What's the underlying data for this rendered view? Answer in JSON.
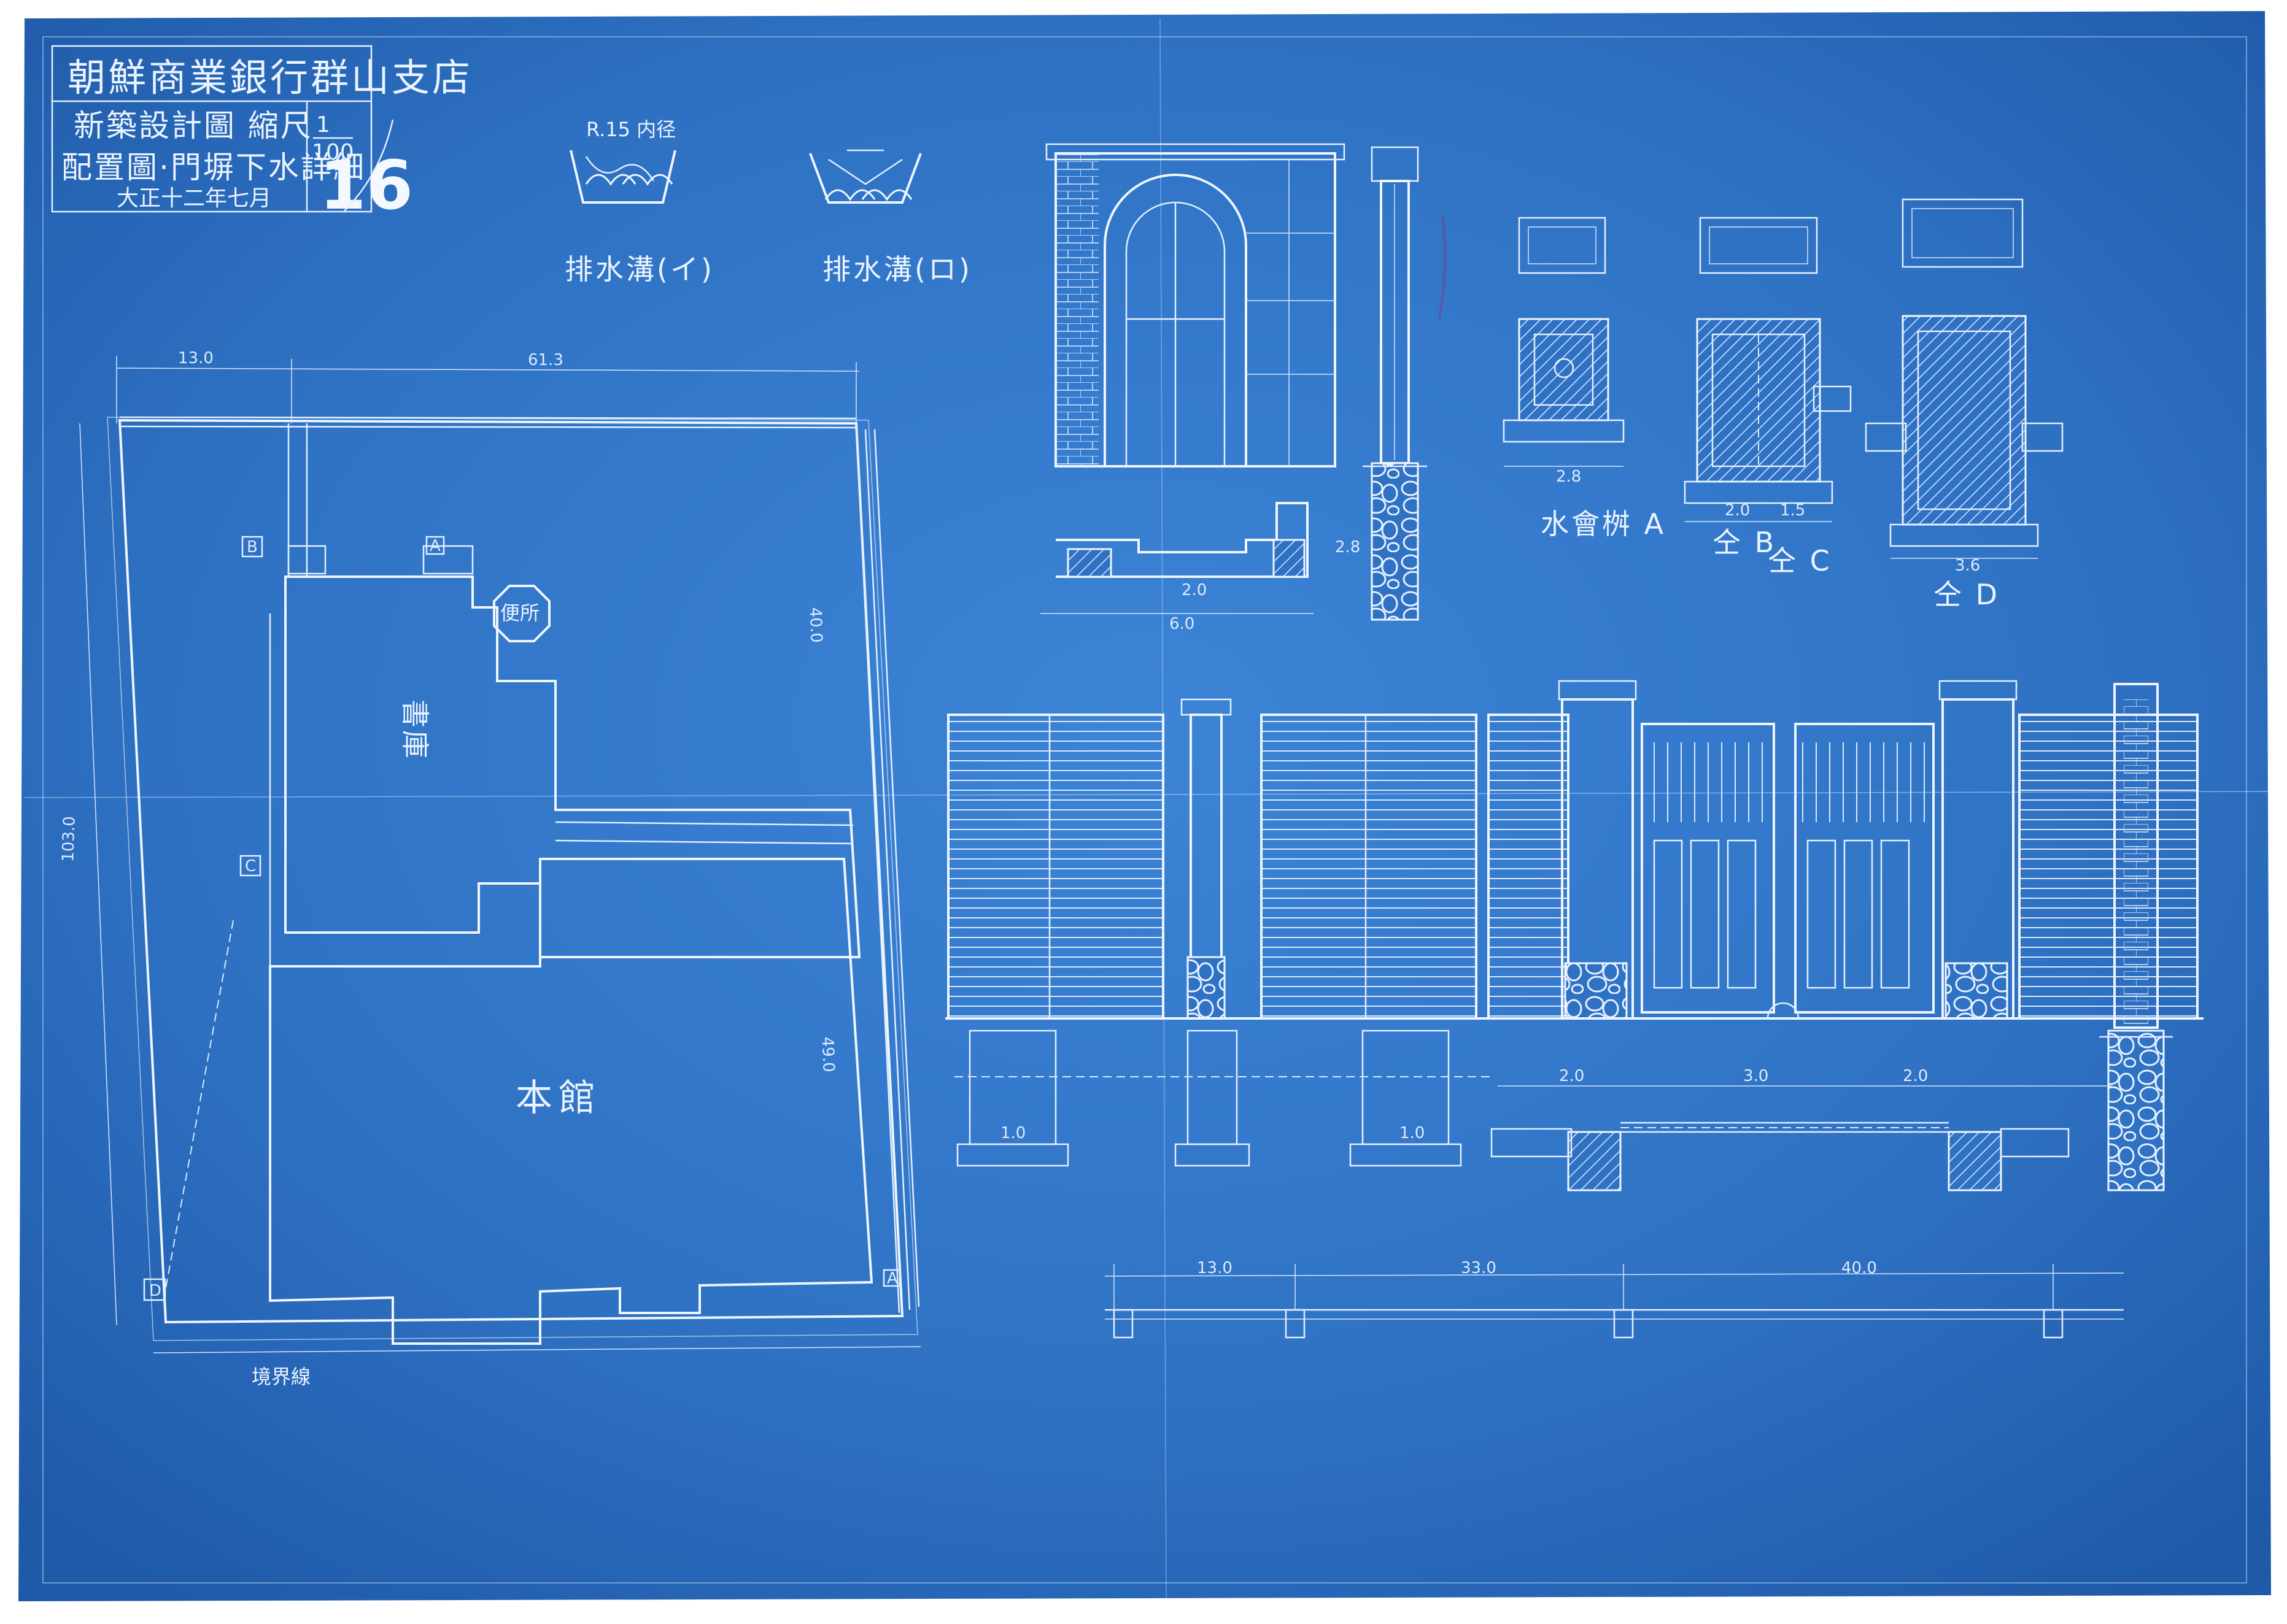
{
  "title_block": {
    "line1": "朝鮮商業銀行群山支店",
    "line2": "新築設計圖 縮尺",
    "scale_num": "1",
    "scale_den": "100",
    "line3": "配置圖·門塀下水詳細",
    "date": "大正十二年七月",
    "sheet_no": "16"
  },
  "drain_details": {
    "label_i": "排水溝(イ)",
    "label_ro": "排水溝(ロ)",
    "note": "R.15 内径"
  },
  "site_plan": {
    "building_main": "本館",
    "building_storage": "書庫",
    "octagon_label": "便所",
    "markers": [
      "A",
      "B",
      "C",
      "D"
    ],
    "boundary": "境界線",
    "dims": {
      "top_left": "13.0",
      "top_right": "61.3",
      "left_side": "103.0",
      "mid_right": "40.0",
      "lower_right": "49.0"
    }
  },
  "gate_detail": {
    "dims": [
      "6.0",
      "2.0",
      "2.8"
    ]
  },
  "manholes": {
    "label_a": "水會桝 A",
    "label_b": "仝 B",
    "label_c": "仝 C",
    "label_d": "仝 D",
    "dims": [
      "2.8",
      "2.0",
      "1.5",
      "3.6"
    ]
  },
  "elevation": {
    "dims": [
      "1.0",
      "2.0",
      "3.0",
      "13.0",
      "33.0",
      "40.0"
    ]
  },
  "colors": {
    "paper": "#2f72c4",
    "paper_dark": "#1f5aa8",
    "paper_light": "#4c8fd8",
    "line": "#eef5ff"
  }
}
